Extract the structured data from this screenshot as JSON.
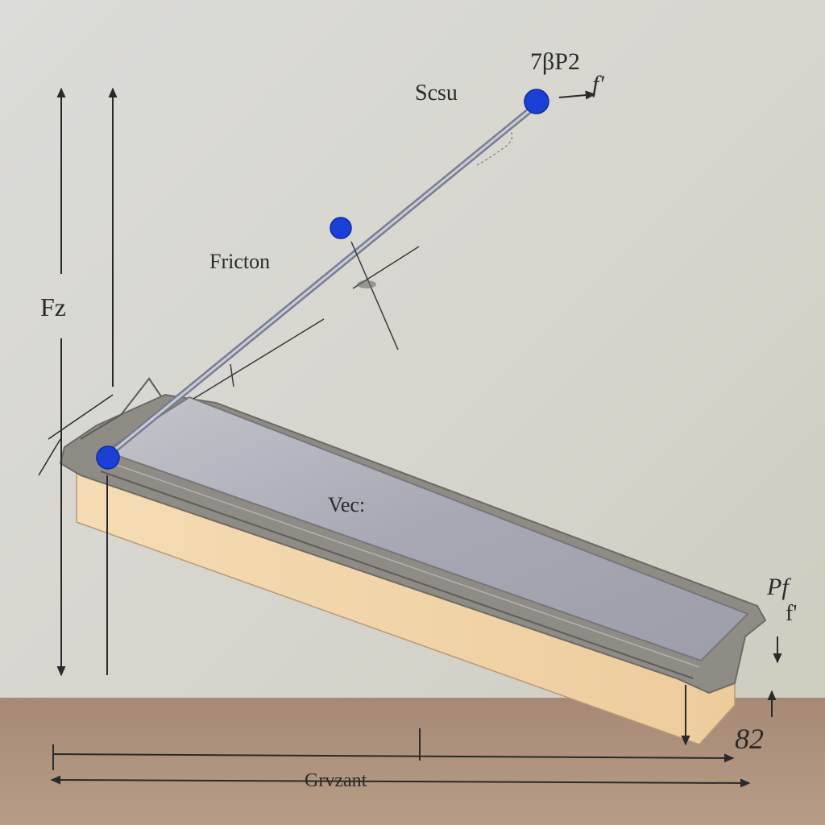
{
  "labels": {
    "fz": "Fz",
    "scsu": "Scsu",
    "tip": "7βP2",
    "f_top": "f'",
    "fricton": "Fricton",
    "vec": "Vec:",
    "pf": "Pf",
    "f_right": "f'",
    "value_82": "82",
    "gravity": "Grvzant"
  },
  "colors": {
    "background_top": "#d9d9d5",
    "background_bottom": "#cfcdbf",
    "ground": "#a58a76",
    "ramp_top": "#a9a9b4",
    "ramp_side": "#f0d3a6",
    "ramp_frame": "#8c8a86",
    "point_blue": "#1a40d8",
    "ink": "#2a2a2a"
  }
}
